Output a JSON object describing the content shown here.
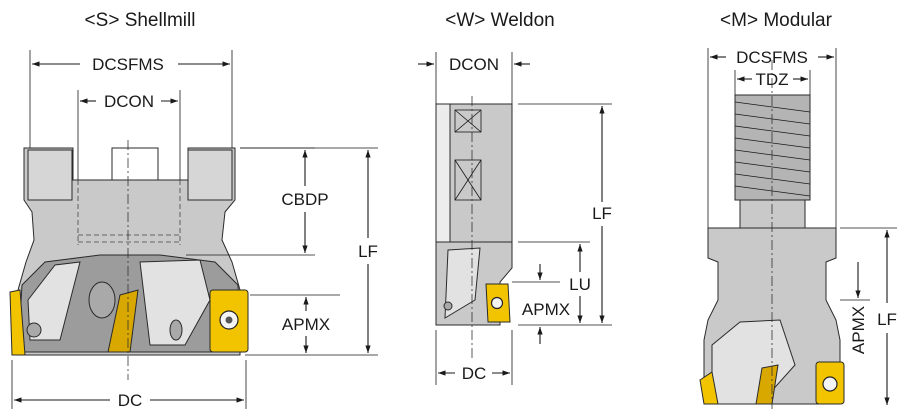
{
  "views": {
    "shellmill": {
      "title": "<S> Shellmill",
      "labels": {
        "dcsfms": "DCSFMS",
        "dcon": "DCON",
        "cbdp": "CBDP",
        "lf": "LF",
        "apmx": "APMX",
        "dc": "DC"
      }
    },
    "weldon": {
      "title": "<W> Weldon",
      "labels": {
        "dcon": "DCON",
        "lf": "LF",
        "lu": "LU",
        "apmx": "APMX",
        "dc": "DC"
      }
    },
    "modular": {
      "title": "<M> Modular",
      "labels": {
        "dcsfms": "DCSFMS",
        "tdz": "TDZ",
        "lf": "LF",
        "apmx": "APMX"
      }
    }
  },
  "colors": {
    "insert": "#f2c400",
    "body": "#c9c9c9",
    "outline": "#1a1a1a"
  }
}
